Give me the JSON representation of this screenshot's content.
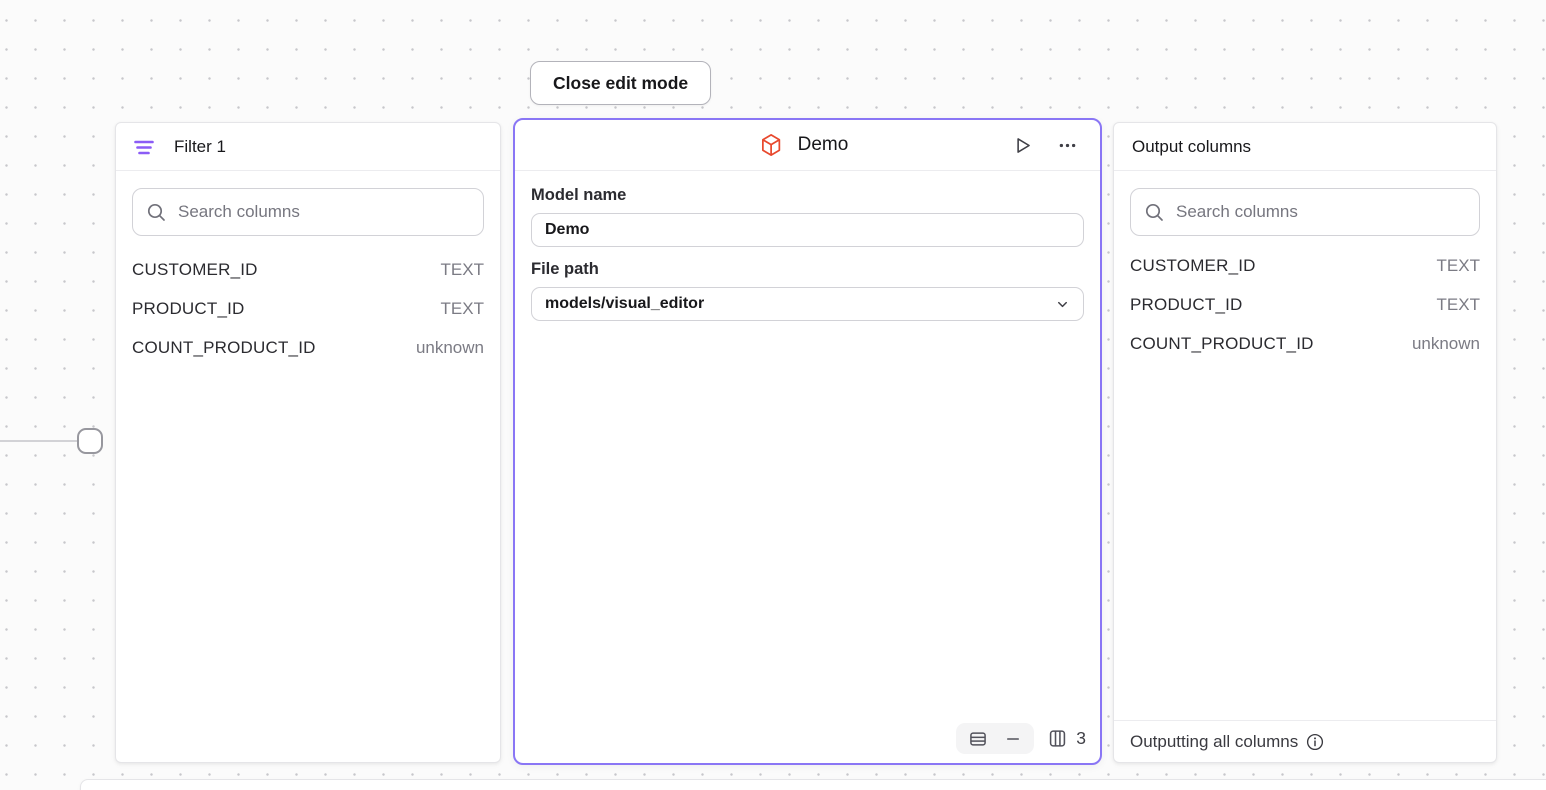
{
  "toolbar": {
    "close_edit_label": "Close edit mode"
  },
  "filter_panel": {
    "title": "Filter 1",
    "search_placeholder": "Search columns",
    "columns": [
      {
        "name": "CUSTOMER_ID",
        "type": "TEXT"
      },
      {
        "name": "PRODUCT_ID",
        "type": "TEXT"
      },
      {
        "name": "COUNT_PRODUCT_ID",
        "type": "unknown"
      }
    ]
  },
  "model_panel": {
    "title": "Demo",
    "model_name_label": "Model name",
    "model_name_value": "Demo",
    "file_path_label": "File path",
    "file_path_value": "models/visual_editor",
    "column_count": "3"
  },
  "output_panel": {
    "title": "Output columns",
    "search_placeholder": "Search columns",
    "columns": [
      {
        "name": "CUSTOMER_ID",
        "type": "TEXT"
      },
      {
        "name": "PRODUCT_ID",
        "type": "TEXT"
      },
      {
        "name": "COUNT_PRODUCT_ID",
        "type": "unknown"
      }
    ],
    "footer_text": "Outputting all columns"
  },
  "colors": {
    "selection_border": "#8a76f5",
    "filter_icon": "#8b5cf6",
    "model_icon": "#e8492e",
    "canvas_dot": "#c7c7cb"
  }
}
